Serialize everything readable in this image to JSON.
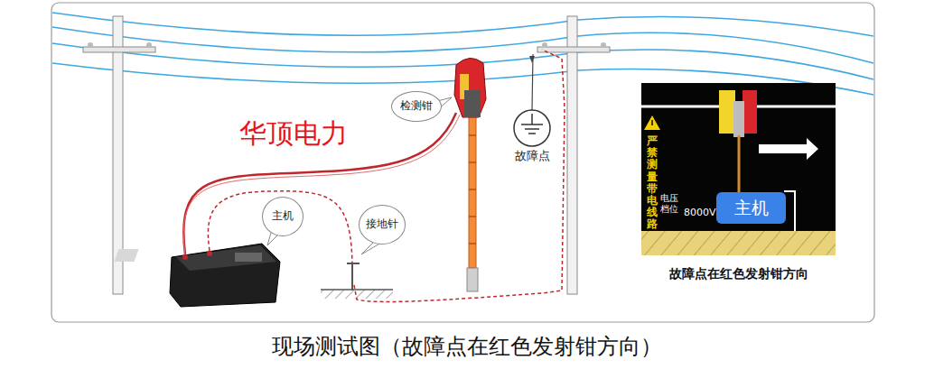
{
  "diagram": {
    "caption": "现场测试图（故障点在红色发射钳方向）",
    "nodes": [
      {
        "text": [
          "检测钳"
        ]
      },
      {
        "text": [
          "故障点"
        ]
      },
      {
        "text": [
          "主机"
        ]
      },
      {
        "text": [
          "接地针"
        ]
      },
      {
        "text": [
          "故障点在红色发射钳方向"
        ]
      },
      {
        "text": [
          "主机"
        ],
        "in": 4
      }
    ],
    "labels": [
      "华顶电力",
      "严禁测量带电线路",
      "电压档位",
      "8000V"
    ]
  }
}
